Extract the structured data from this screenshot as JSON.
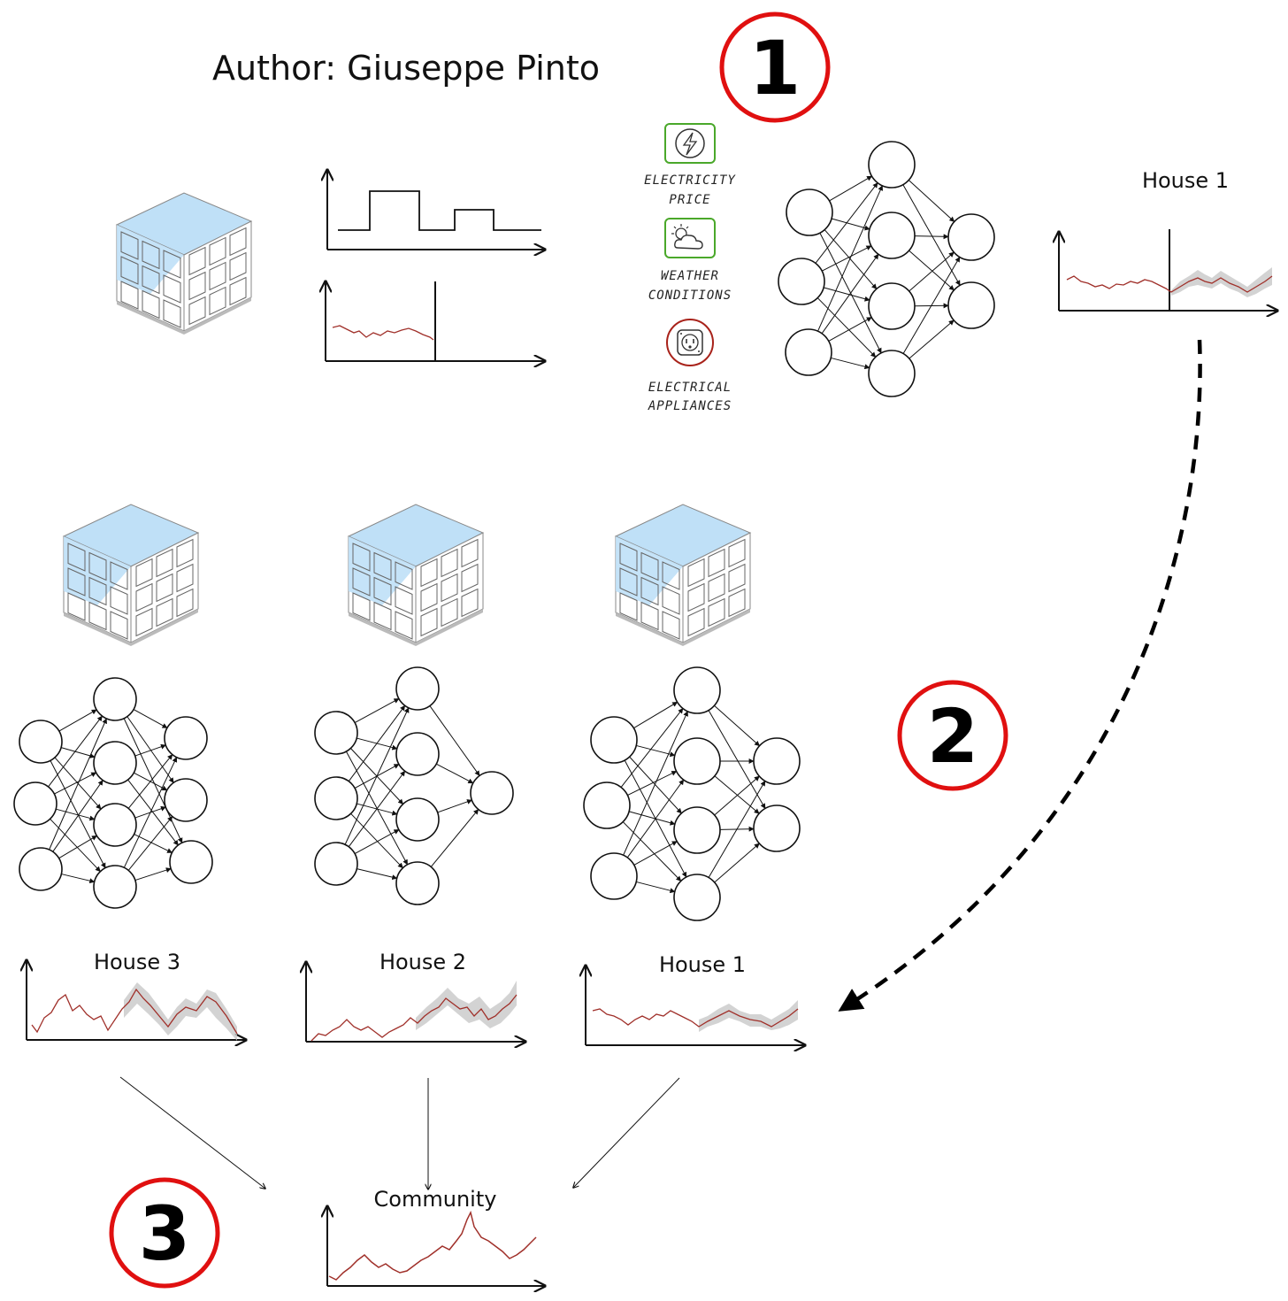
{
  "title": "Author: Giuseppe Pinto",
  "steps": [
    "1",
    "2",
    "3"
  ],
  "inputs": {
    "electricity_label_1": "ELECTRICITY",
    "electricity_label_2": "PRICE",
    "weather_label_1": "WEATHER",
    "weather_label_2": "CONDITIONS",
    "appliances_label_1": "ELECTRICAL",
    "appliances_label_2": "APPLIANCES"
  },
  "icons": [
    "building-cube-icon",
    "lightning-icon",
    "weather-icon",
    "power-outlet-icon",
    "neural-network-icon"
  ],
  "colors": {
    "series": "#a0302a",
    "band": "#c8c8c8",
    "badge": "#e01010",
    "building": "#bfe0f7",
    "electricity_icon": "#4aa82a",
    "weather_icon": "#4aa82a",
    "appliances_icon": "#a8221a"
  },
  "houses": {
    "top_house_label": "House 1",
    "house3_label": "House 3",
    "house2_label": "House 2",
    "house1_label": "House 1",
    "community_label": "Community"
  }
}
